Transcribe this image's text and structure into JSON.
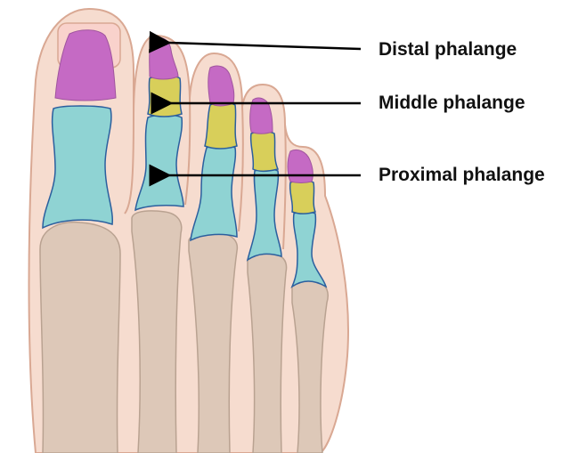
{
  "labels": {
    "distal": "Distal phalange",
    "middle": "Middle phalange",
    "proximal": "Proximal phalange"
  },
  "colors": {
    "skin": "#f6dccf",
    "skin_outline": "#d9a893",
    "distal_bone": "#c56ac4",
    "middle_bone": "#d8cf5a",
    "proximal_bone": "#8fd3d3",
    "metatarsal": "#ddc8b8",
    "joint_line": "#2b5f9e",
    "arrow": "#000000"
  }
}
